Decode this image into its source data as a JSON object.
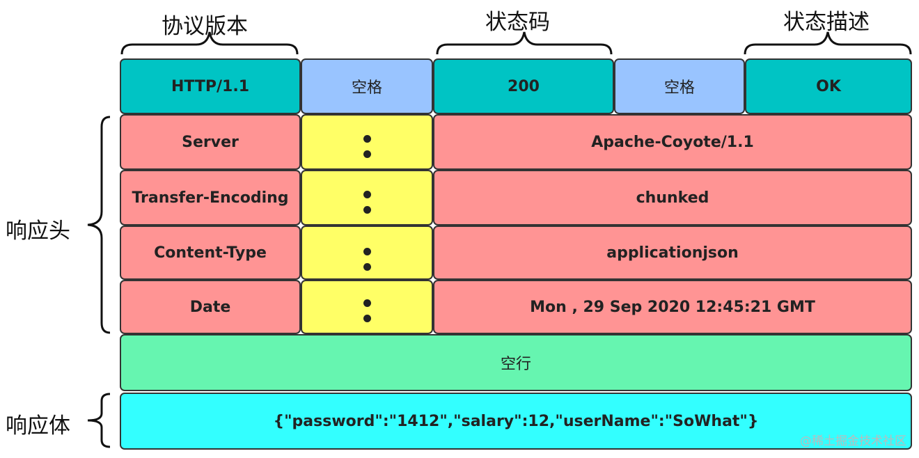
{
  "labels": {
    "protocol_version": "协议版本",
    "status_code": "状态码",
    "status_description": "状态描述",
    "response_header": "响应头",
    "response_body": "响应体"
  },
  "status_line": {
    "protocol": "HTTP/1.1",
    "space1": "空格",
    "code": "200",
    "space2": "空格",
    "description": "OK"
  },
  "headers": [
    {
      "name": "Server",
      "value": "Apache-Coyote/1.1"
    },
    {
      "name": "Transfer-Encoding",
      "value": "chunked"
    },
    {
      "name": "Content-Type",
      "value": "applicationjson"
    },
    {
      "name": "Date",
      "value": "Mon , 29 Sep 2020 12:45:21 GMT"
    }
  ],
  "blank_line": "空行",
  "body": "{\"password\":\"1412\",\"salary\":12,\"userName\":\"SoWhat\"}",
  "watermark": "@稀土掘金技术社区",
  "colors": {
    "status_line": "#00c4c4",
    "space": "#99c4ff",
    "header": "#ff9494",
    "colon": "#ffff66",
    "blank_line": "#66f5b0",
    "body": "#33ffff"
  }
}
